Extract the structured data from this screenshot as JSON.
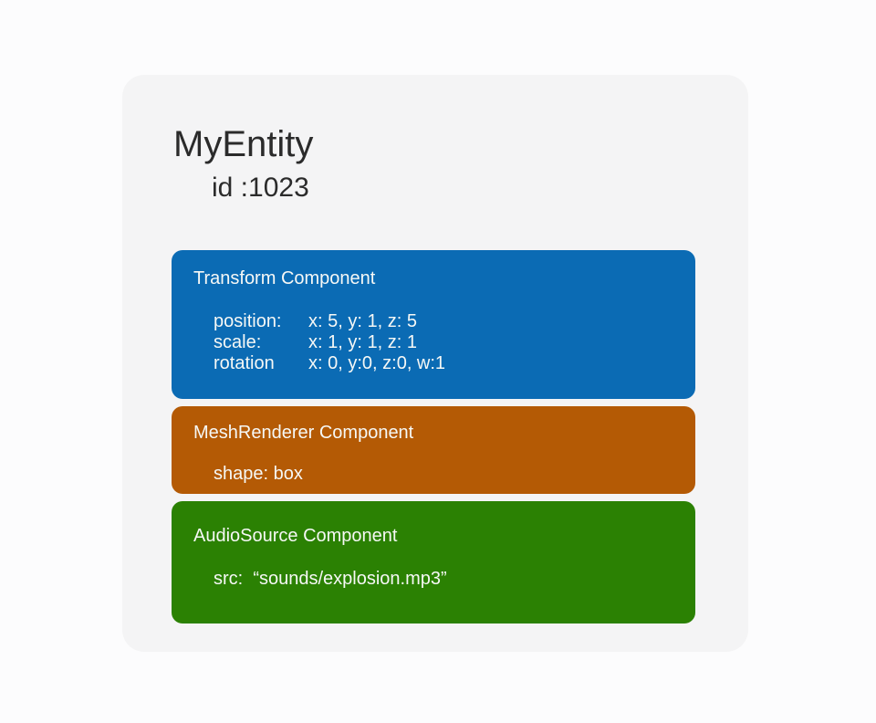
{
  "canvas": {
    "background": "#fcfcfd"
  },
  "entity": {
    "title": "MyEntity",
    "id_text": "id :1023",
    "card_color": "#f4f4f5",
    "text_color": "#2b2b2b"
  },
  "components": {
    "text_color": "#f6f8f6",
    "transform": {
      "title": "Transform Component",
      "color": "#0b6bb4",
      "rows": [
        {
          "label": "position:",
          "value": "x: 5, y: 1, z: 5"
        },
        {
          "label": "scale:",
          "value": "x: 1, y: 1, z: 1"
        },
        {
          "label": "rotation",
          "value": "x: 0, y:0, z:0, w:1"
        }
      ]
    },
    "mesh_renderer": {
      "title": "MeshRenderer Component",
      "color": "#b45a05",
      "body": "shape: box"
    },
    "audio_source": {
      "title": "AudioSource Component",
      "color": "#2b8103",
      "body": "src:  “sounds/explosion.mp3”"
    }
  }
}
